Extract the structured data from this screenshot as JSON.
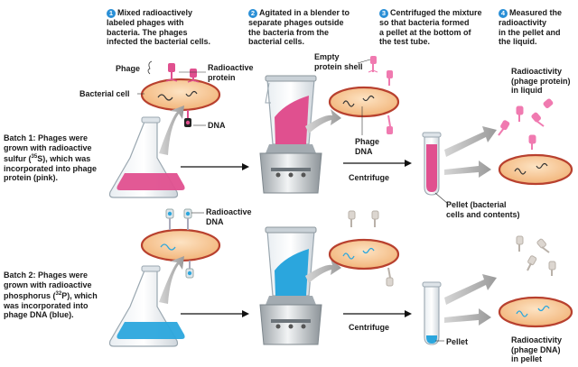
{
  "steps": [
    {
      "num": "1",
      "text": "Mixed radioactively\nlabeled phages with\nbacteria. The phages\ninfected the bacterial cells."
    },
    {
      "num": "2",
      "text": "Agitated in a blender to\nseparate phages outside\nthe bacteria from the\nbacterial cells."
    },
    {
      "num": "3",
      "text": "Centrifuged the mixture\nso that bacteria formed\na pellet at the bottom of\nthe test tube."
    },
    {
      "num": "4",
      "text": "Measured the\nradioactivity\nin the pellet and\nthe liquid."
    }
  ],
  "labels": {
    "phage": "Phage",
    "radioactive_protein": "Radioactive\nprotein",
    "bacterial_cell": "Bacterial cell",
    "dna": "DNA",
    "empty_protein_shell": "Empty\nprotein shell",
    "phage_dna": "Phage\nDNA",
    "centrifuge_1": "Centrifuge",
    "centrifuge_2": "Centrifuge",
    "pellet_bacterial": "Pellet (bacterial\ncells and contents)",
    "radioactive_dna": "Radioactive\nDNA",
    "pellet": "Pellet",
    "result_1": "Radioactivity\n(phage protein)\nin liquid",
    "result_2": "Radioactivity\n(phage DNA)\nin pellet"
  },
  "batch1": {
    "pre": "Batch 1: Phages were\ngrown with radioactive\nsulfur (",
    "sup": "35",
    "post": "S), which was\nincorporated into phage\nprotein (pink)."
  },
  "batch2": {
    "pre": "Batch 2: Phages were\ngrown with radioactive\nphosphorus (",
    "sup": "32",
    "post": "P), which\nwas incorporated into\nphage DNA (blue)."
  },
  "colors": {
    "pink": "#e0508f",
    "blue": "#2ba6dd",
    "cell": "#f6c89a",
    "cell_border": "#c0392b",
    "step_badge": "#2a8fd6"
  }
}
